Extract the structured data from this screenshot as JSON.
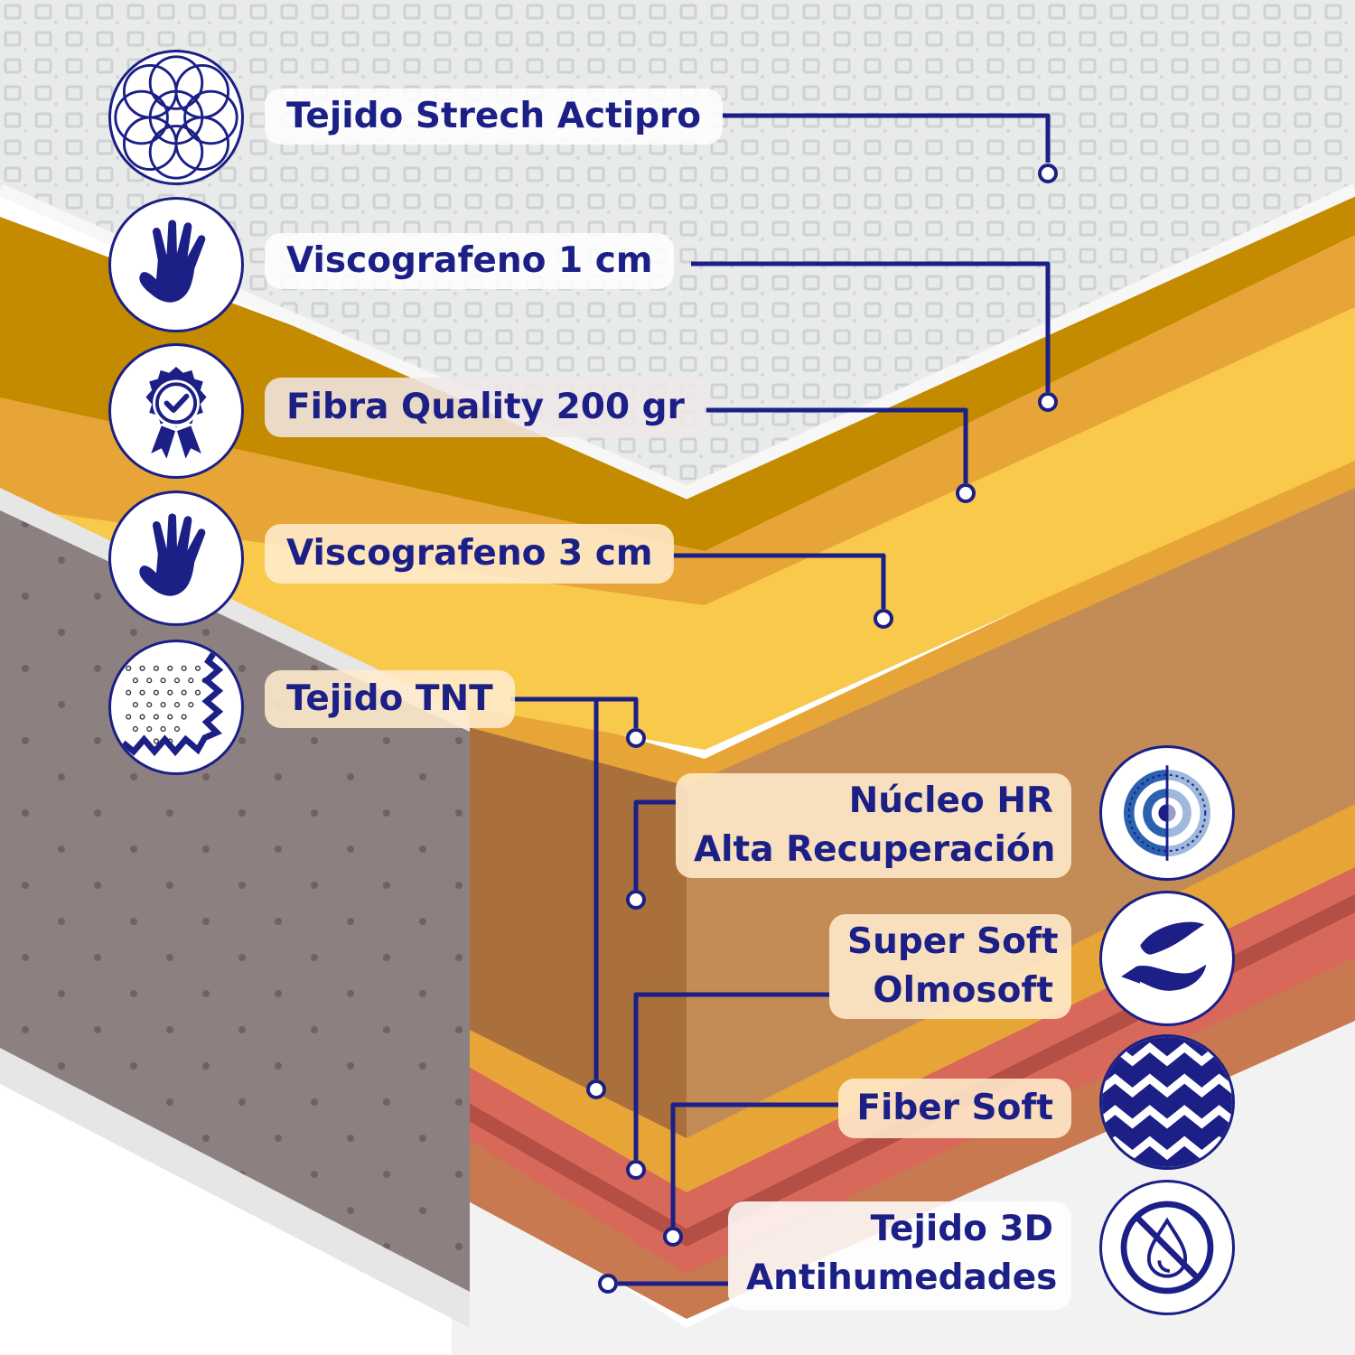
{
  "layers": [
    {
      "id": "tejido-strech-actipro",
      "label": "Tejido Strech Actipro",
      "icon": "interlocking-circles-icon"
    },
    {
      "id": "viscografeno-1",
      "label": "Viscografeno 1 cm",
      "icon": "hand-print-icon"
    },
    {
      "id": "fibra-quality",
      "label": "Fibra Quality 200 gr",
      "icon": "quality-badge-check-icon"
    },
    {
      "id": "viscografeno-3",
      "label": "Viscografeno 3 cm",
      "icon": "hand-print-icon"
    },
    {
      "id": "tejido-tnt",
      "label": "Tejido TNT",
      "icon": "dotted-fabric-icon"
    },
    {
      "id": "nucleo-hr",
      "label_lines": [
        "Núcleo HR",
        "Alta Recuperación"
      ],
      "icon": "concentric-target-icon"
    },
    {
      "id": "super-soft",
      "label_lines": [
        "Super Soft",
        "Olmosoft"
      ],
      "icon": "feather-hand-icon"
    },
    {
      "id": "fiber-soft",
      "label": "Fiber Soft",
      "icon": "zigzag-waves-icon"
    },
    {
      "id": "tejido-3d",
      "label_lines": [
        "Tejido 3D",
        "Antihumedades"
      ],
      "icon": "no-moisture-drop-icon"
    }
  ],
  "colors": {
    "accent": "#1b1f86",
    "cover": "#e9eaea",
    "gold_dark": "#c48a00",
    "amber": "#e8a537",
    "yellow": "#f9c94c",
    "hr_core": "#c38c56",
    "salmon": "#d8685a",
    "side_fabric": "#8c8080"
  }
}
